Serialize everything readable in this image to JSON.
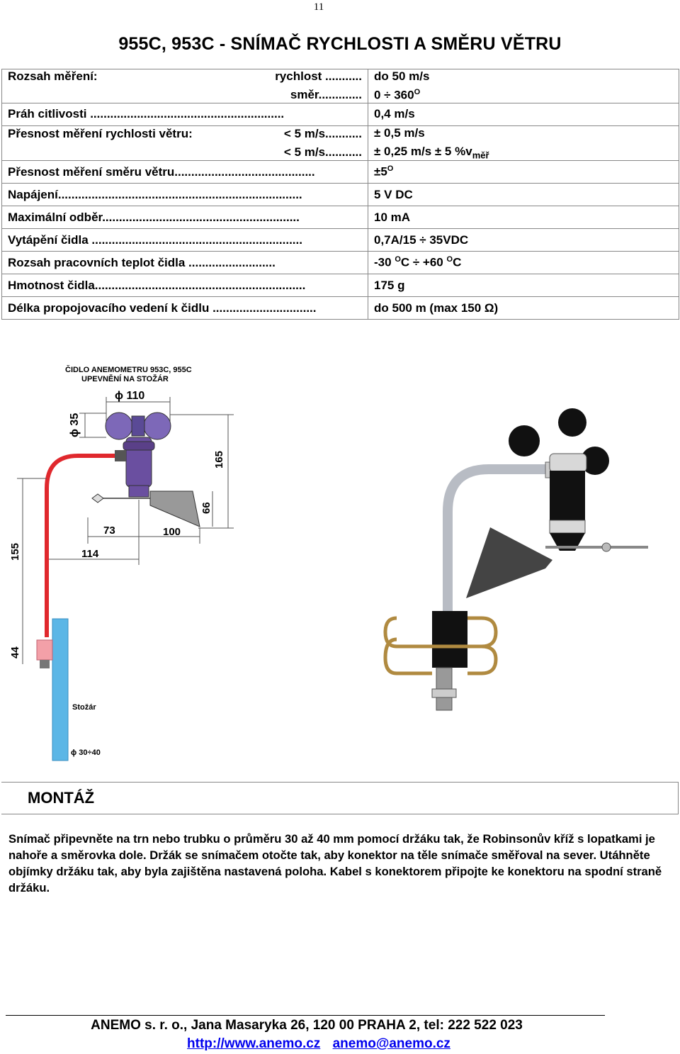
{
  "page_number": "11",
  "title": "955C, 953C  - SNÍMAČ RYCHLOSTI A SMĚRU VĚTRU",
  "specs": {
    "range_label": "Rozsah měření:",
    "range_speed_label": "rychlost ...........",
    "range_speed_value": "do 50 m/s",
    "range_dir_label": "směr.............",
    "range_dir_value": "0 ÷ 360",
    "threshold_label": "Práh citlivosti ..........................................................",
    "threshold_value": "0,4  m/s",
    "acc_speed_label": "Přesnost měření rychlosti větru:",
    "acc_speed_cond1": "< 5 m/s...........",
    "acc_speed_val1": "± 0,5 m/s",
    "acc_speed_cond2": "< 5 m/s...........",
    "acc_speed_val2": "± 0,25 m/s ± 5 %v",
    "acc_speed_val2_sub": "měř",
    "acc_dir_label": "Přesnost měření směru větru..........................................",
    "acc_dir_value": "±5",
    "power_label": "Napájení.........................................................................",
    "power_value": "5 V DC",
    "current_label": "Maximální odběr...........................................................",
    "current_value": "10 mA",
    "heating_label": "Vytápění čidla ...............................................................",
    "heating_value": "0,7A/15 ÷ 35VDC",
    "temp_label": "Rozsah pracovních teplot  čidla ..........................",
    "temp_value_a": "-30",
    "temp_value_b": "C ÷ +60",
    "temp_value_c": "C",
    "weight_label": "Hmotnost čidla...............................................................",
    "weight_value": "175 g",
    "cable_label": "Délka propojovacího vedení k čidlu ...............................",
    "cable_value": "do 500 m (max 150 Ω)",
    "degree_mark": "O"
  },
  "drawing": {
    "caption_line1": "ČIDLO ANEMOMETRU 953C, 955C",
    "caption_line2": "UPEVNĚNÍ NA STOŽÁR",
    "dim_110": "ϕ 110",
    "dim_35": "ϕ 35",
    "dim_165": "165",
    "dim_66": "66",
    "dim_73": "73",
    "dim_100": "100",
    "dim_114": "114",
    "dim_155": "155",
    "dim_44": "44",
    "mast_label": "Stožár",
    "dim_mast": "ϕ 30÷40"
  },
  "montage": {
    "heading": "MONTÁŽ",
    "text": "Snímač připevněte na trn nebo trubku o průměru 30 až 40 mm pomocí držáku tak, že Robinsonův kříž s lopatkami je nahoře a směrovka dole. Držák se snímačem otočte tak, aby konektor na těle snímače směřoval na sever. Utáhněte objímky držáku tak, aby byla zajištěna nastavená poloha. Kabel s konektorem připojte ke konektoru na spodní straně držáku."
  },
  "footer": {
    "line1": "ANEMO s. r. o., Jana Masaryka 26, 120 00 PRAHA 2, tel: 222 522 023",
    "link_web": "http://www.anemo.cz",
    "link_email": "anemo@anemo.cz"
  },
  "colors": {
    "cable": "#e0282d",
    "mast": "#5bb6e6",
    "sensor_body": "#6a4fa0",
    "connector": "#f3a0a8",
    "link": "#0000ee"
  }
}
